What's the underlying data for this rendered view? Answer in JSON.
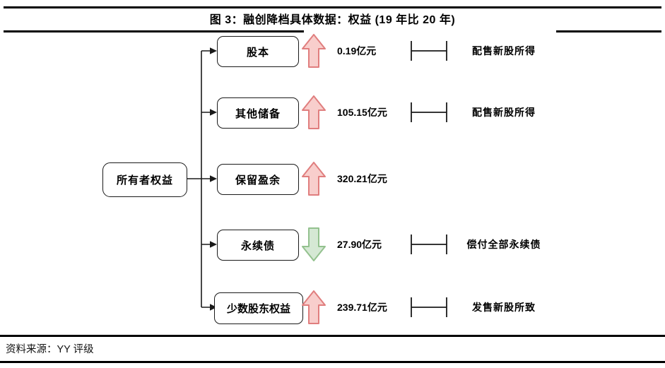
{
  "header": {
    "title": "图 3：融创降档具体数据：权益 (19 年比 20 年)"
  },
  "tree": {
    "root": {
      "label": "所有者权益"
    },
    "rows": [
      {
        "label": "股本",
        "direction": "up",
        "value": "0.19亿元",
        "note": "配售新股所得"
      },
      {
        "label": "其他储备",
        "direction": "up",
        "value": "105.15亿元",
        "note": "配售新股所得"
      },
      {
        "label": "保留盈余",
        "direction": "up",
        "value": "320.21亿元",
        "note": ""
      },
      {
        "label": "永续债",
        "direction": "down",
        "value": "27.90亿元",
        "note": "偿付全部永续债"
      },
      {
        "label": "少数股东权益",
        "direction": "up",
        "value": "239.71亿元",
        "note": "发售新股所致"
      }
    ]
  },
  "footer": {
    "source": "资料来源：YY 评级"
  },
  "colors": {
    "increase_fill": "#f8cecc",
    "increase_stroke": "#e07e7e",
    "decrease_fill": "#d5e8d4",
    "decrease_stroke": "#93c18e",
    "line": "#000000"
  }
}
